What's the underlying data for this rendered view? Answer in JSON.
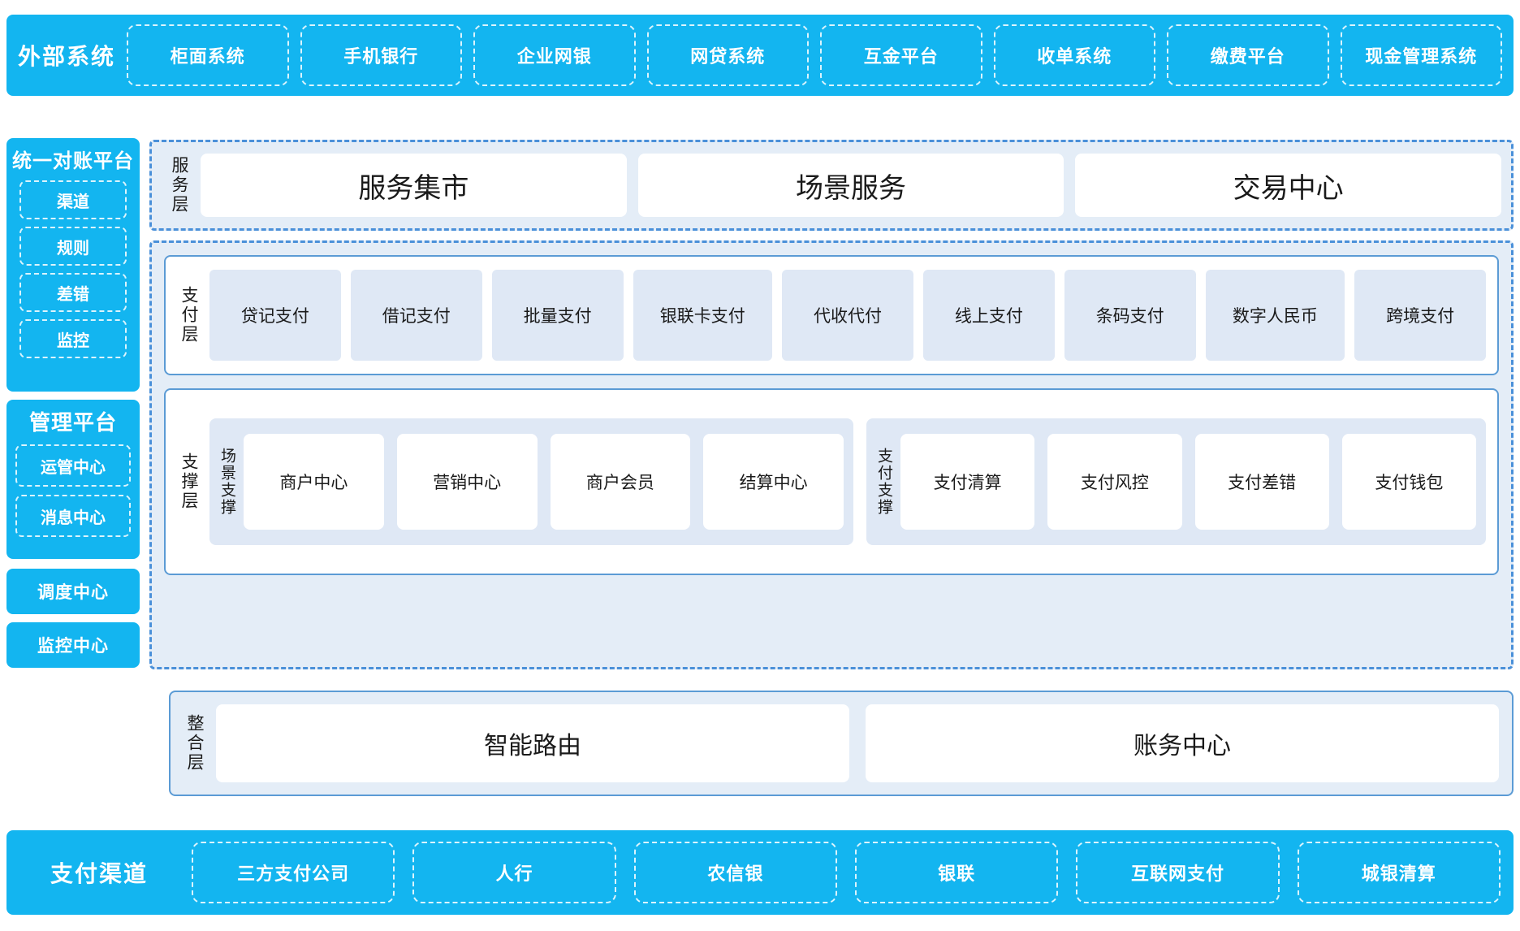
{
  "colors": {
    "cyan": "#13b5f0",
    "panel_blue": "#4a90d9",
    "tile_blue": "#dfe8f5",
    "group_bg": "#e4edf7"
  },
  "external_systems": {
    "title": "外部系统",
    "items": [
      "柜面系统",
      "手机银行",
      "企业网银",
      "网贷系统",
      "互金平台",
      "收单系统",
      "缴费平台",
      "现金管理系统"
    ]
  },
  "sidebar": {
    "reconciliation": {
      "title": "统一对账平台",
      "items": [
        "渠道",
        "规则",
        "差错",
        "监控"
      ]
    },
    "management": {
      "title": "管理平台",
      "items": [
        "运管中心",
        "消息中心"
      ]
    },
    "standalone": [
      "调度中心",
      "监控中心"
    ]
  },
  "service_layer": {
    "label": "服务层",
    "items": [
      "服务集市",
      "场景服务",
      "交易中心"
    ]
  },
  "payment_layer": {
    "label": "支付层",
    "items": [
      "贷记支付",
      "借记支付",
      "批量支付",
      "银联卡支付",
      "代收代付",
      "线上支付",
      "条码支付",
      "数字人民币",
      "跨境支付"
    ]
  },
  "support_layer": {
    "label": "支撑层",
    "scene": {
      "label": "场景支撑",
      "items": [
        "商户中心",
        "营销中心",
        "商户会员",
        "结算中心"
      ]
    },
    "payment": {
      "label": "支付支撑",
      "items": [
        "支付清算",
        "支付风控",
        "支付差错",
        "支付钱包"
      ]
    }
  },
  "integration_layer": {
    "label": "整合层",
    "items": [
      "智能路由",
      "账务中心"
    ]
  },
  "payment_channels": {
    "title": "支付渠道",
    "items": [
      "三方支付公司",
      "人行",
      "农信银",
      "银联",
      "互联网支付",
      "城银清算"
    ]
  }
}
